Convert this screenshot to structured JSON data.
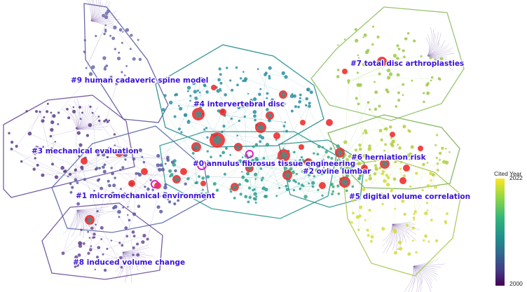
{
  "legend": {
    "title": "Cited Year",
    "max_label": "2022",
    "min_label": "2000",
    "gradient": [
      "#fde725",
      "#8fd744",
      "#35b779",
      "#21918c",
      "#31688e",
      "#443983",
      "#440154"
    ]
  },
  "colors": {
    "burst_node": "#ee2222",
    "label_text": "#3a12d6",
    "highlight_ring": "#e020c0"
  },
  "clusters": [
    {
      "id": 0,
      "label": "#0 annulus fibrosus tissue engineering",
      "hull_color": "#2a9a93"
    },
    {
      "id": 1,
      "label": "#1 micromechanical environment",
      "hull_color": "#5a6aa8"
    },
    {
      "id": 2,
      "label": "#2 ovine lumbar",
      "hull_color": "#2b8f8a"
    },
    {
      "id": 3,
      "label": "#3 mechanical evaluation",
      "hull_color": "#6b4c98"
    },
    {
      "id": 4,
      "label": "#4 intervertebral disc",
      "hull_color": "#1e8c8a"
    },
    {
      "id": 5,
      "label": "#5 digital volume correlation",
      "hull_color": "#a8c850"
    },
    {
      "id": 6,
      "label": "#6 herniation risk",
      "hull_color": "#78b050"
    },
    {
      "id": 7,
      "label": "#7 total disc arthroplasties",
      "hull_color": "#8cc060"
    },
    {
      "id": 8,
      "label": "#8 induced volume change",
      "hull_color": "#6a4a98"
    },
    {
      "id": 9,
      "label": "#9 human cadaveric spine model",
      "hull_color": "#5a5aa0"
    }
  ]
}
